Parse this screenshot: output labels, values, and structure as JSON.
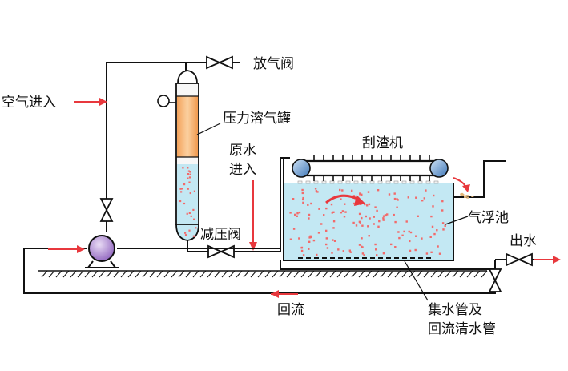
{
  "labels": {
    "air_inlet": "空气进入",
    "vent_valve": "放气阀",
    "pressure_tank": "压力溶气罐",
    "raw_water_line1": "原水",
    "raw_water_line2": "进入",
    "skimmer": "刮渣机",
    "pressure_relief_valve": "减压阀",
    "flotation_tank": "气浮池",
    "outlet": "出水",
    "return_flow": "回流",
    "collector_line1": "集水管及",
    "collector_line2": "回流清水管"
  },
  "colors": {
    "pipe": "#111111",
    "arrow": "#e8383d",
    "tank_fill": "#e8ecef",
    "tank_body": "#f6b070",
    "water": "#c3e8f3",
    "bubble": "#f26a6a",
    "valve": "#ffffff",
    "pump": "#b696d6",
    "roller": "#5a8fc8"
  }
}
